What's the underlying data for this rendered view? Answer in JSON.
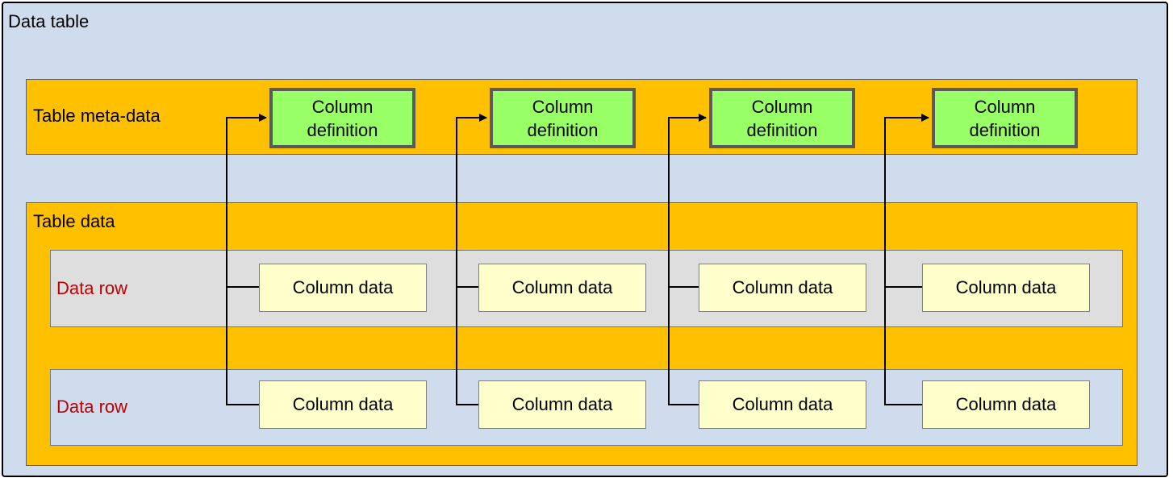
{
  "diagram": {
    "title": "Data table",
    "metadata_label": "Table meta-data",
    "table_data_label": "Table data",
    "column_definitions": [
      {
        "label": "Column definition"
      },
      {
        "label": "Column definition"
      },
      {
        "label": "Column definition"
      },
      {
        "label": "Column definition"
      }
    ],
    "rows": [
      {
        "label": "Data row",
        "cells": [
          "Column data",
          "Column data",
          "Column data",
          "Column data"
        ]
      },
      {
        "label": "Data row",
        "cells": [
          "Column data",
          "Column data",
          "Column data",
          "Column data"
        ]
      }
    ],
    "colors": {
      "container": "#cedced",
      "band": "#ffc000",
      "column_definition": "#99ff66",
      "column_data": "#ffffcc",
      "row_label": "#c00000"
    }
  }
}
